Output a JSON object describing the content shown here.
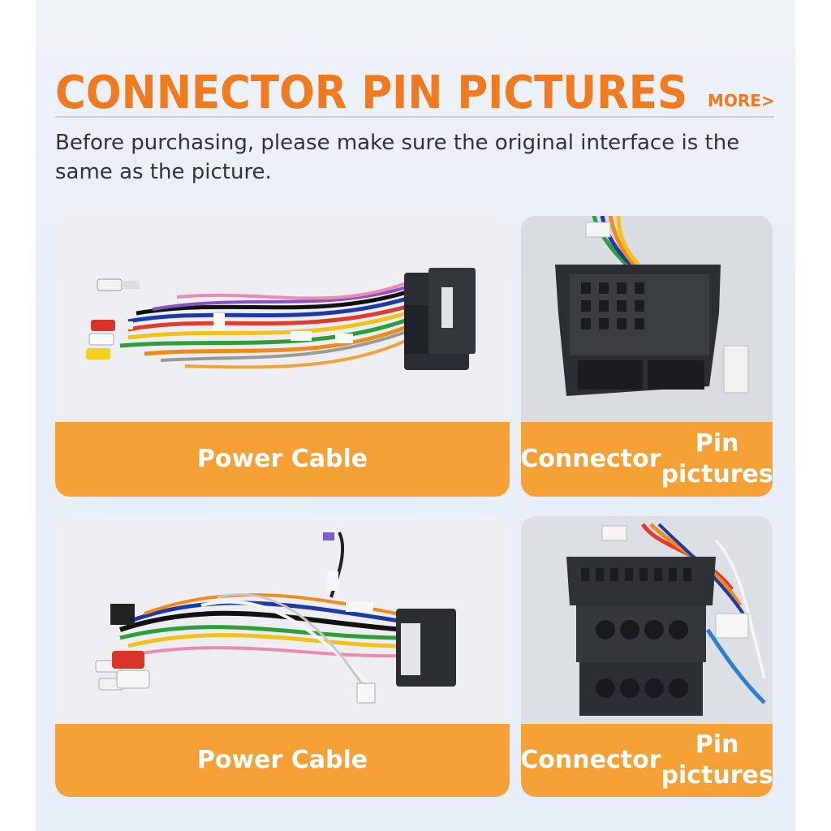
{
  "header": {
    "title": "CONNECTOR PIN PICTURES",
    "more_link": "MORE>",
    "subtitle": "Before purchasing, please make sure the original interface is the same as the picture."
  },
  "cards": [
    {
      "label": "Power Cable"
    },
    {
      "label_line1": "Connector",
      "label_line2": "Pin pictures"
    },
    {
      "label": "Power Cable"
    },
    {
      "label_line1": "Connector",
      "label_line2": "Pin pictures"
    }
  ],
  "colors": {
    "accent": "#f07a1f",
    "label_bg": "#f6a136",
    "card_bg": "#eceef1"
  }
}
